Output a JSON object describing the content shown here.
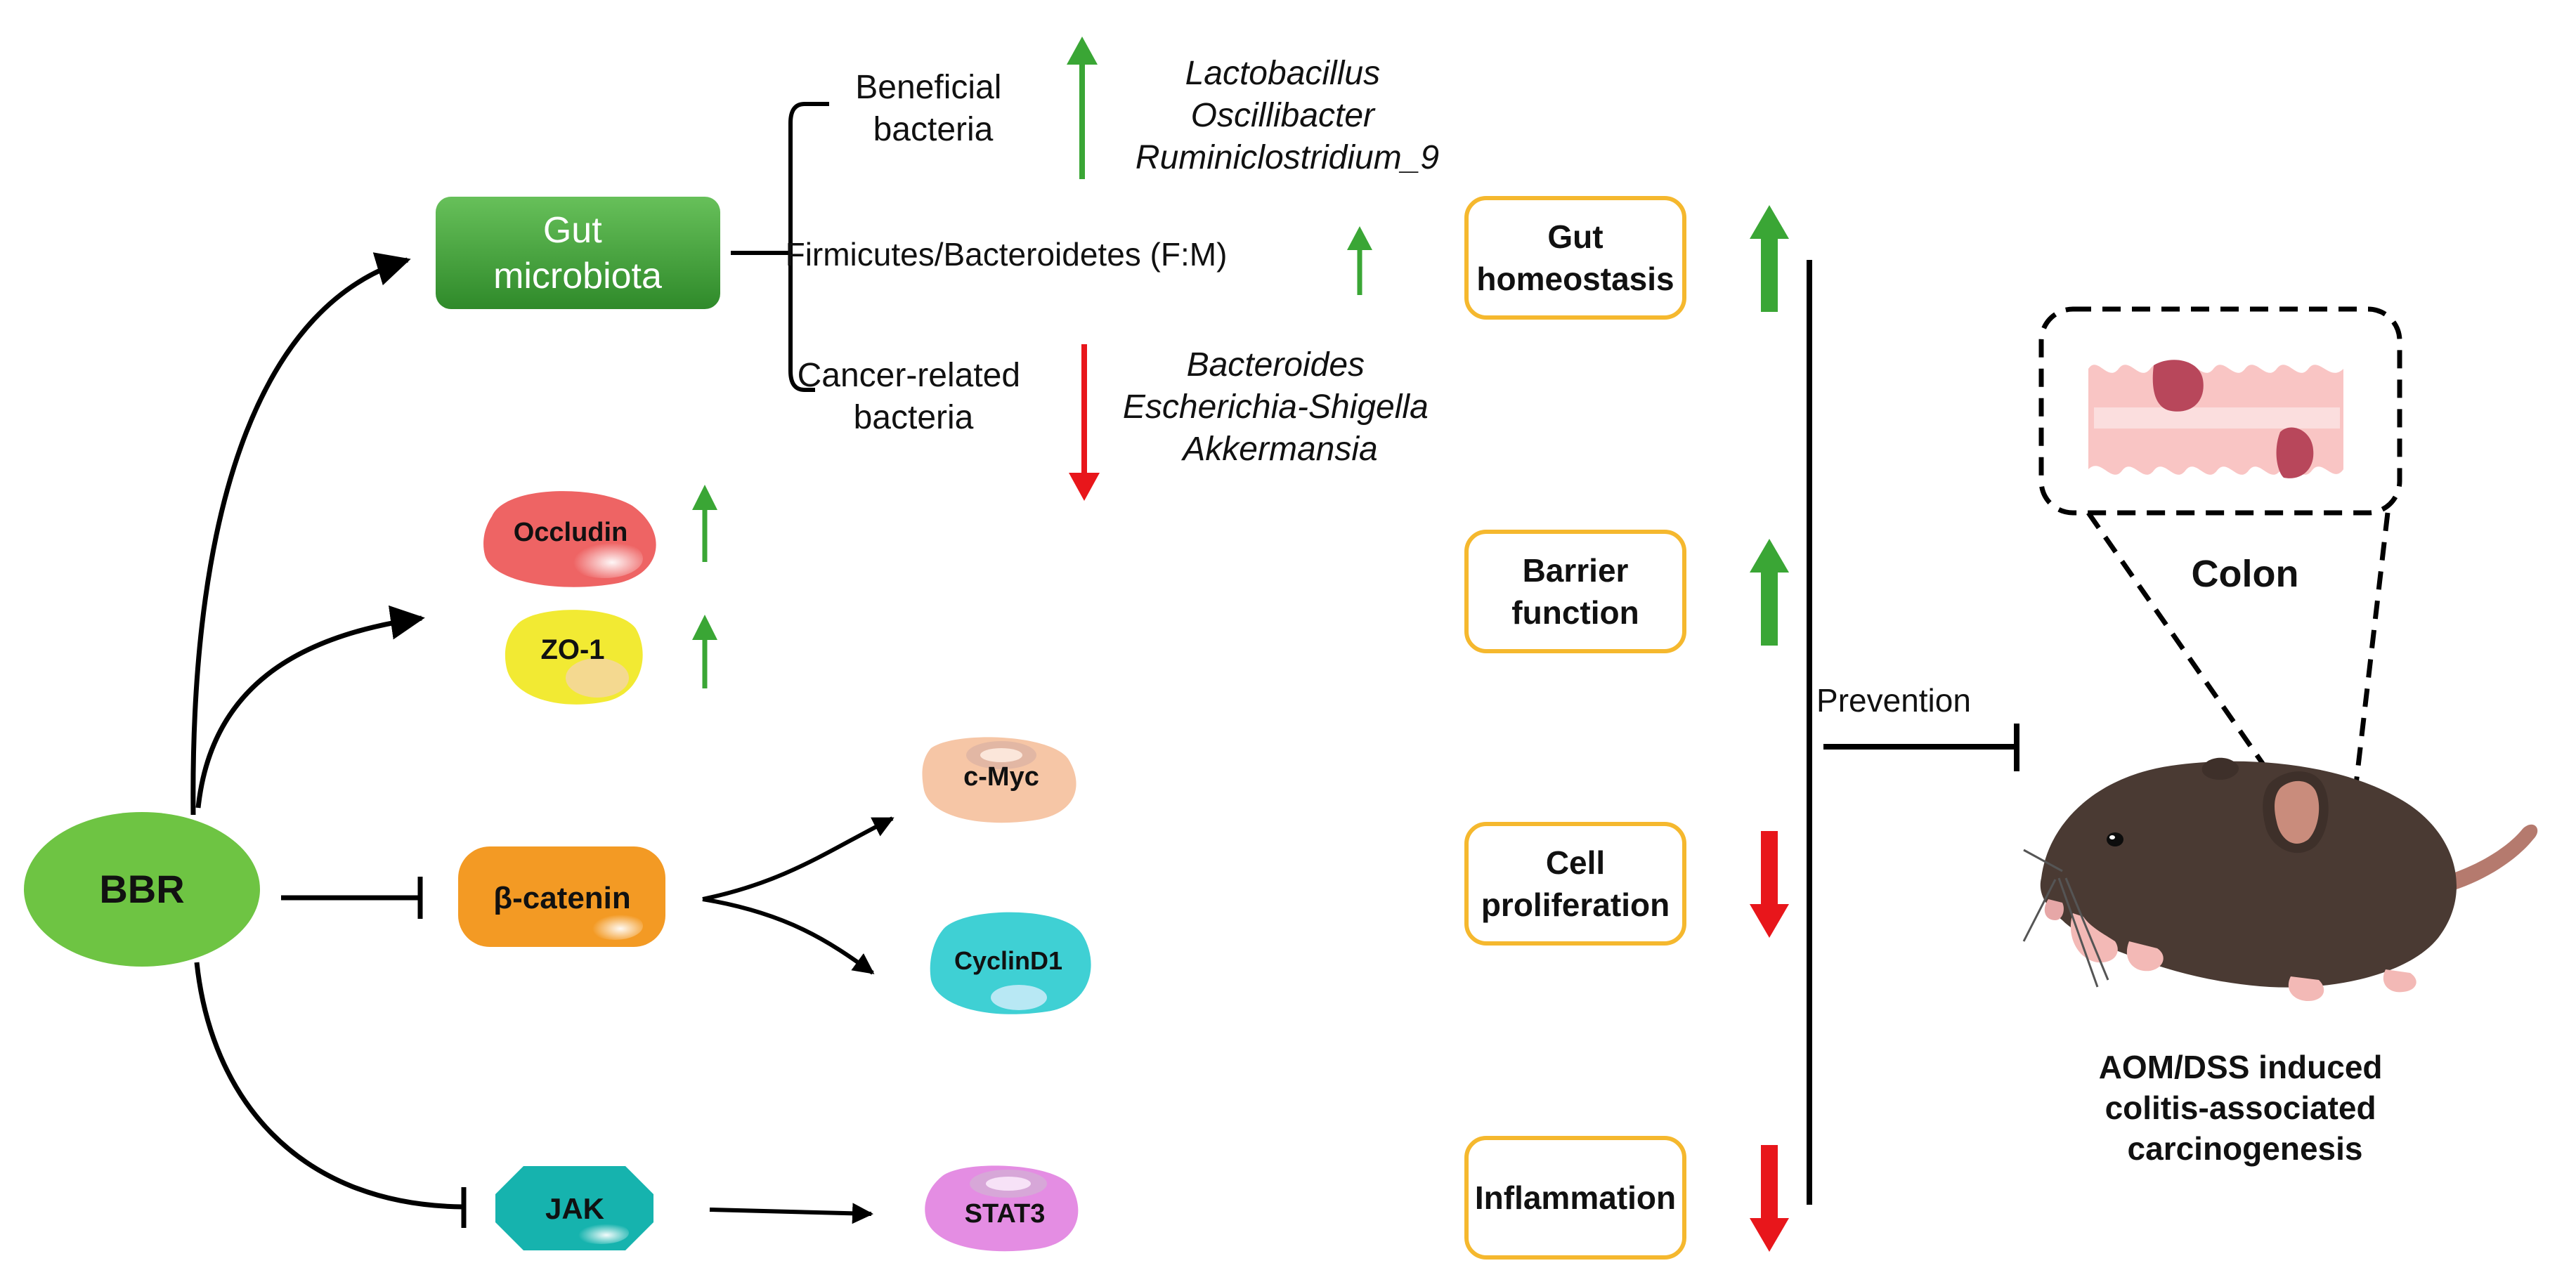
{
  "nodes": {
    "bbr": "BBR",
    "gut_microbiota": [
      "Gut",
      "microbiota"
    ],
    "occludin": "Occludin",
    "zo1": "ZO-1",
    "beta_catenin": "β-catenin",
    "c_myc": "c-Myc",
    "cyclind1": "CyclinD1",
    "jak": "JAK",
    "stat3": "STAT3"
  },
  "microbiota": {
    "beneficial_label": [
      "Beneficial",
      "bacteria"
    ],
    "beneficial_taxa": [
      "Lactobacillus",
      "Oscillibacter",
      "Ruminiclostridium_9"
    ],
    "ratio_label": "Firmicutes/Bacteroidetes (F:M)",
    "cancer_label": [
      "Cancer-related",
      "bacteria"
    ],
    "cancer_taxa": [
      "Bacteroides",
      "Escherichia-Shigella",
      "Akkermansia"
    ]
  },
  "outcomes": [
    {
      "lines": [
        "Gut",
        "homeostasis"
      ],
      "direction": "up"
    },
    {
      "lines": [
        "Barrier",
        "function"
      ],
      "direction": "up"
    },
    {
      "lines": [
        "Cell",
        "proliferation"
      ],
      "direction": "down"
    },
    {
      "lines": [
        "Inflammation"
      ],
      "direction": "down"
    }
  ],
  "prevention_label": "Prevention",
  "colon_label": "Colon",
  "model_label": [
    "AOM/DSS induced",
    "colitis-associated",
    "carcinogenesis"
  ],
  "colors": {
    "up_arrow": "#3aa635",
    "down_arrow": "#e8161b",
    "outcome_border": "#f5b82e",
    "bbr_fill": "#6ec443",
    "gut_fill": "#3f9e35",
    "occludin_fill": "#ee6464",
    "zo1_fill": "#f2ea33",
    "beta_catenin_fill": "#f39a24",
    "cmyc_fill": "#f6c6a6",
    "cyclind1_fill": "#3fd0d4",
    "jak_fill": "#16b3ae",
    "stat3_fill": "#e48de3",
    "mouse_body": "#4a3a33",
    "mouse_ear": "#c98c7c",
    "colon_fill": "#f9c5c4",
    "tumor_fill": "#b8475b"
  }
}
